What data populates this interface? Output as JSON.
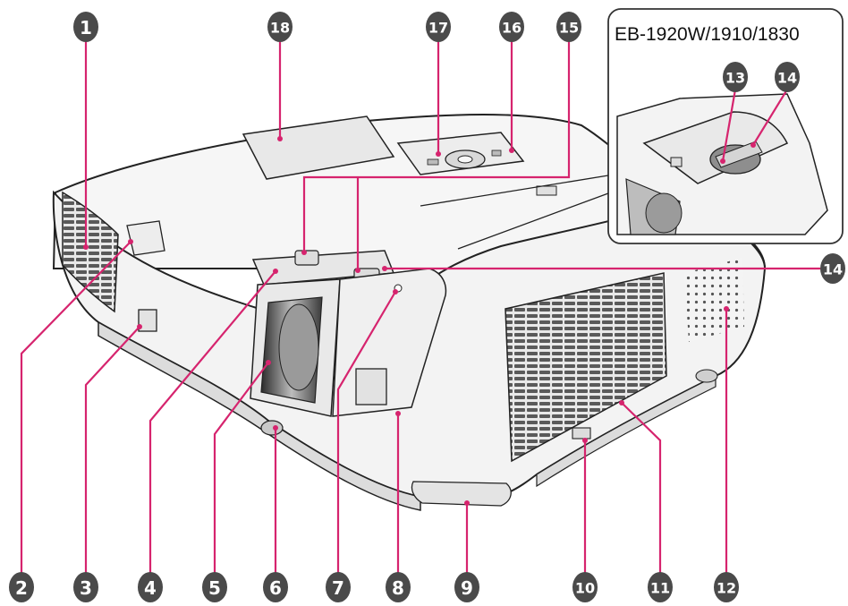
{
  "inset": {
    "title": "EB-1920W/1910/1830"
  },
  "callouts": [
    "1",
    "2",
    "3",
    "4",
    "5",
    "6",
    "7",
    "8",
    "9",
    "10",
    "11",
    "12",
    "13",
    "14",
    "14",
    "15",
    "16",
    "17",
    "18"
  ],
  "colors": {
    "leader": "#d6246e",
    "badge": "#4a4a4a",
    "body": "#f4f4f4",
    "outline": "#222222"
  }
}
